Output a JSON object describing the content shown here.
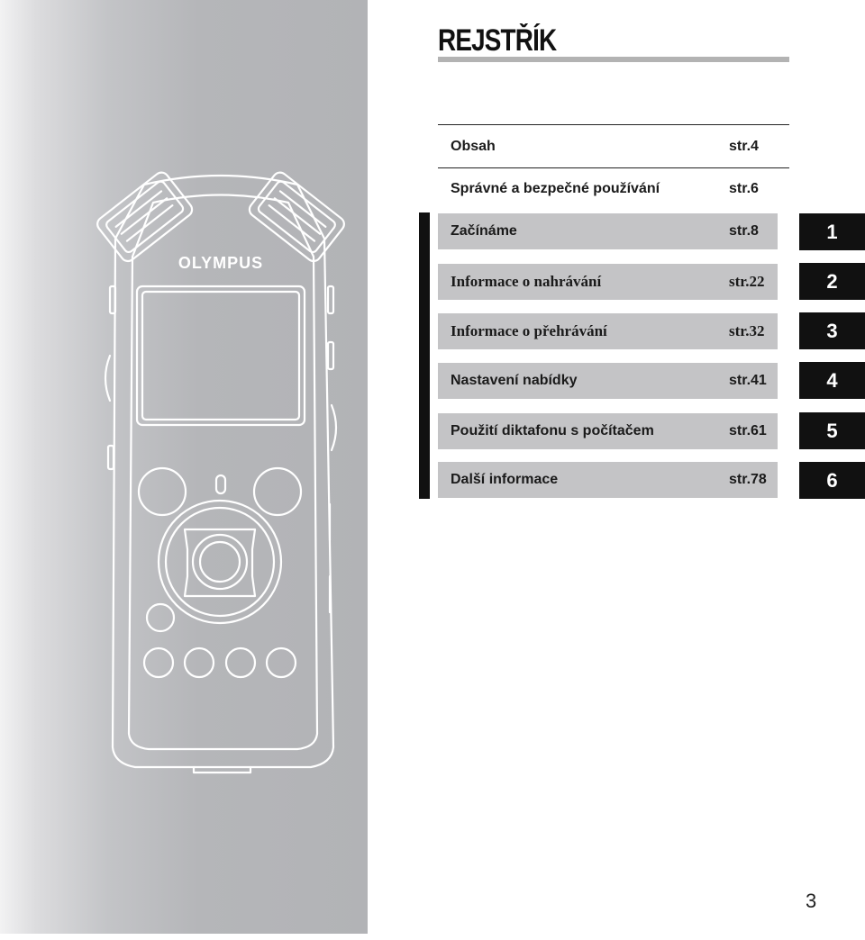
{
  "page": {
    "title": "REJSTŘÍK",
    "number": "3"
  },
  "device": {
    "brand": "OLYMPUS"
  },
  "toc": [
    {
      "label": "Obsah",
      "page": "str.4"
    },
    {
      "label": "Správné a bezpečné používání",
      "page": "str.6"
    },
    {
      "label": "Začínáme",
      "page": "str.8",
      "chapter": "1"
    },
    {
      "label": "Informace o nahrávání",
      "page": "str.22",
      "chapter": "2"
    },
    {
      "label": "Informace o přehrávání",
      "page": "str.32",
      "chapter": "3"
    },
    {
      "label": "Nastavení nabídky",
      "page": "str.41",
      "chapter": "4"
    },
    {
      "label": "Použití diktafonu s počítačem",
      "page": "str.61",
      "chapter": "5"
    },
    {
      "label": "Další informace",
      "page": "str.78",
      "chapter": "6"
    }
  ],
  "colors": {
    "panel_gray": "#b5b6b9",
    "row_band": "#c4c4c6",
    "tab_black": "#111111",
    "title_rule": "#b3b3b3"
  }
}
